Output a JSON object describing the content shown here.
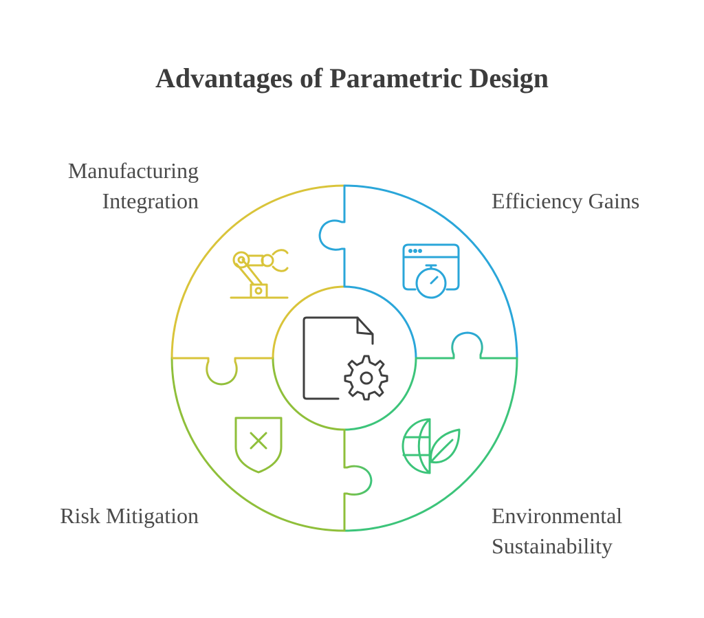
{
  "title": "Advantages of Parametric Design",
  "center": {
    "icon": "document-gear-icon",
    "color": "#3f3f3f"
  },
  "segments": [
    {
      "id": "manufacturing",
      "label_lines": [
        "Manufacturing",
        "Integration"
      ],
      "icon": "robotic-arm-icon",
      "color": "#d9c43a"
    },
    {
      "id": "efficiency",
      "label_lines": [
        "Efficiency Gains"
      ],
      "icon": "browser-stopwatch-icon",
      "color": "#2aa6d9"
    },
    {
      "id": "environment",
      "label_lines": [
        "Environmental",
        "Sustainability"
      ],
      "icon": "globe-leaf-icon",
      "color": "#3cc47a"
    },
    {
      "id": "risk",
      "label_lines": [
        "Risk Mitigation"
      ],
      "icon": "shield-x-icon",
      "color": "#8fbf3a"
    }
  ]
}
